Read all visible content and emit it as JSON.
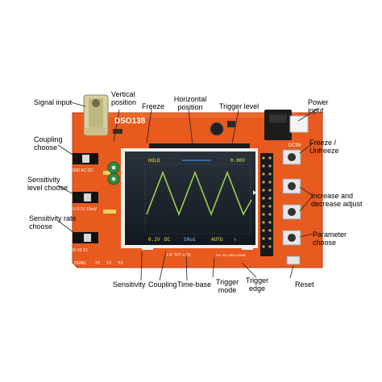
{
  "labels": {
    "signal_input": "Signal input",
    "vertical_position": "Vertical position",
    "freeze": "Freeze",
    "horizontal_position": "Horizontal position",
    "trigger_level": "Trigger level",
    "power_input": "Power input",
    "coupling_choose": "Coupling choose",
    "freeze_unfreeze": "Freeze / Unfreeze",
    "sensitivity_level_choose": "Sensitivity level choose",
    "increase_decrease": "Increase and decrease adjust",
    "sensitivity_rate_choose": "Sensitivity rate choose",
    "parameter_choose": "Parameter choose",
    "sensitivity": "Sensitivity",
    "coupling": "Coupling",
    "time_base": "Time-base",
    "trigger_mode": "Trigger mode",
    "trigger_edge": "Trigger edge",
    "reset": "Reset"
  },
  "board": {
    "model": "DSO138",
    "dc_label": "DC9V",
    "switch_labels": [
      "GND AC DC",
      "1V 0.1V 10mV",
      "X5 X2 X1"
    ],
    "silk_bottom": [
      "2.4\" TFT LCD",
      "PN: 09-13800-00082"
    ],
    "silk_left": [
      "DGND",
      "Y1",
      "Y2",
      "Y3"
    ]
  },
  "screen": {
    "status_top": "HOLD",
    "trigger_value": "0.00V",
    "bottom": [
      "0.1V",
      "DC",
      "50us",
      "AUTO",
      "↑"
    ]
  },
  "colors": {
    "board": "#e8501c",
    "trace": "#9bd24a",
    "lcd_bg": "#1c2530"
  }
}
